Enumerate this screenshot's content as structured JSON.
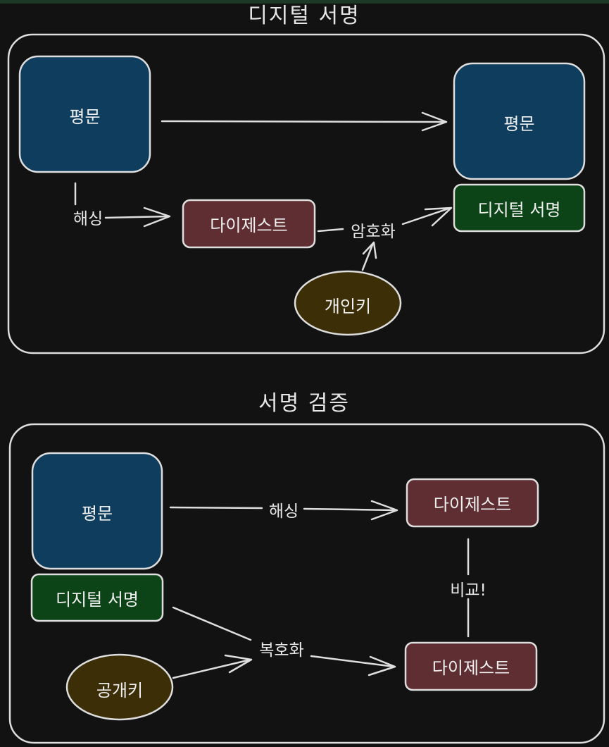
{
  "sections": {
    "signing": {
      "title": "디지털 서명",
      "plaintext_left": "평문",
      "plaintext_right": "평문",
      "digest": "다이제스트",
      "signature": "디지털 서명",
      "private_key": "개인키",
      "hashing_label": "해싱",
      "encrypt_label": "암호화"
    },
    "verification": {
      "title": "서명 검증",
      "plaintext": "평문",
      "signature": "디지털 서명",
      "public_key": "공개키",
      "digest_top": "다이제스트",
      "digest_bottom": "다이제스트",
      "hashing_label": "해싱",
      "decrypt_label": "복호화",
      "compare_label": "비교!"
    }
  },
  "colors": {
    "background": "#121212",
    "plaintext_fill": "#0e3d5e",
    "digest_fill": "#5e2e33",
    "signature_fill": "#0c4418",
    "key_fill": "#3c2f08",
    "stroke": "#dedede"
  }
}
